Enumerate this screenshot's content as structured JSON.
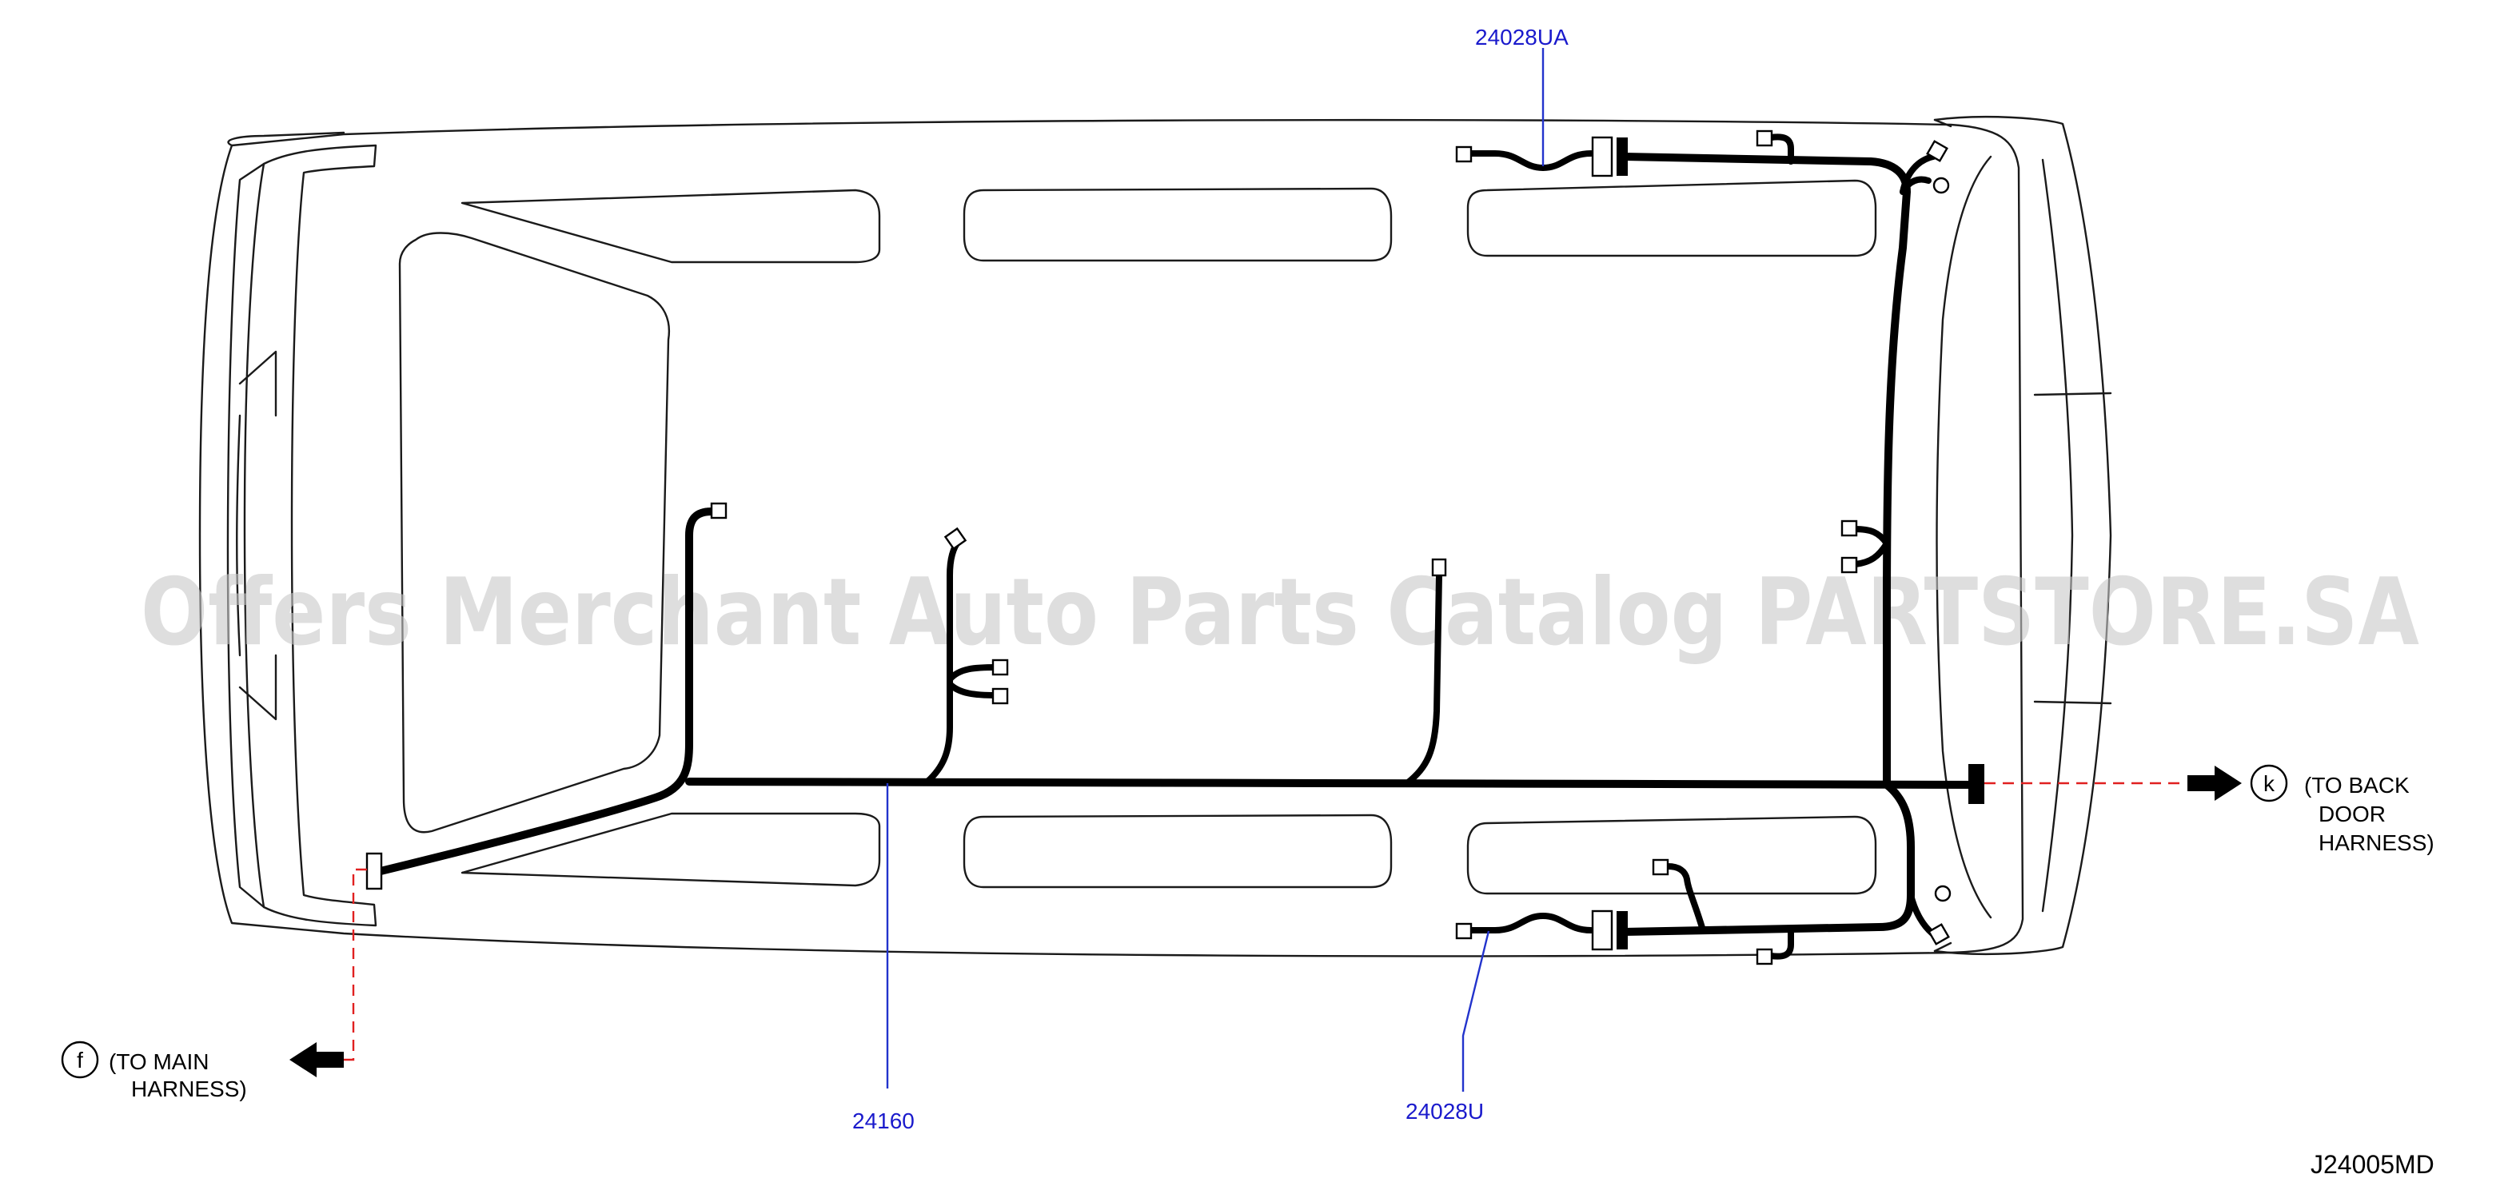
{
  "watermark": "Offers Merchant Auto Parts Catalog PARTSTORE.SA",
  "parts": {
    "top_right": "24028UA",
    "bottom_center": "24160",
    "bottom_right": "24028U"
  },
  "connections": {
    "main": {
      "marker": "f",
      "line1": "(TO   MAIN",
      "line2": "HARNESS)"
    },
    "back_door": {
      "marker": "k",
      "line1": "(TO   BACK",
      "line2": "DOOR",
      "line3": "HARNESS)"
    }
  },
  "diagram_code": "J24005MD",
  "colors": {
    "part_number": "#1a1acc",
    "leader_line": "#2233cc",
    "dashed_link": "#e02020",
    "harness": "#000000"
  }
}
